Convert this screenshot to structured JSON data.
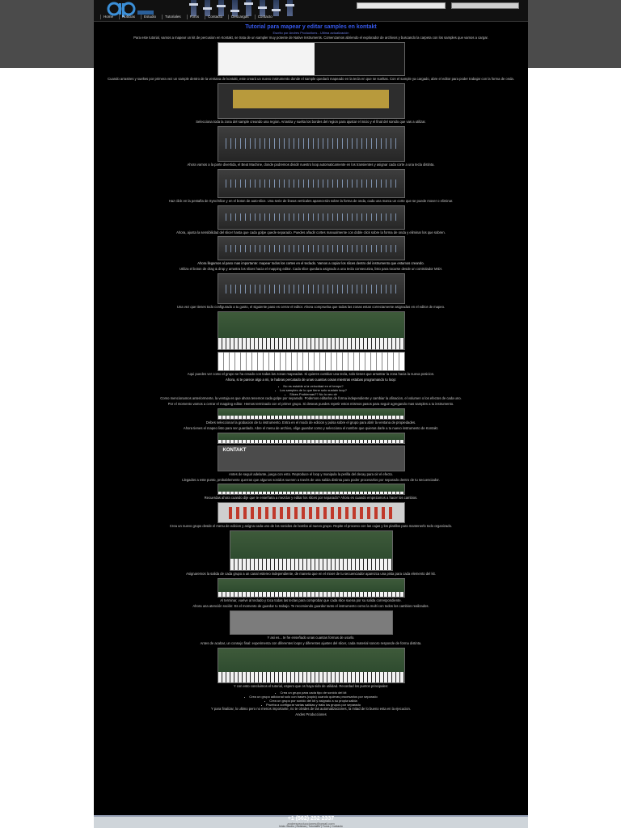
{
  "site": {
    "logo_text": "ap studio",
    "search_placeholder": "",
    "search_button": "",
    "nav": [
      "Home",
      "Noticias",
      "Estudio",
      "Tutoriales",
      "Foros",
      "Contacto",
      "Descargas",
      "Contacto"
    ]
  },
  "article": {
    "title": "Tutorial para mapear y editar samples en kontakt",
    "subtitle": "Escrito por Andres Productions - Ultima actualización",
    "paragraphs": [
      "Para este tutorial, vamos a mapear un kit de percusion en Kontakt, se trata de un sampler muy potente de Native Instruments. Comenzamos abriendo el explorador de archivos y buscando la carpeta con los samples que vamos a cargar.",
      "Cuando arrastres y sueltes por primera vez un sample dentro de la ventana de kontakt, este creará un nuevo instrumento donde el sample quedará mapeado en la tecla en que se sueltas. Con el sample ya cargado, abre el editor para poder trabajar con la forma de onda.",
      "Selecciona toda la zona del sample creando una region. Arrastra y suelta los bordes del region para ajustar el inicio y el final del sonido que vas a utilizar.",
      "Ahora vamos a la parte divertida, el Beat Machine, donde podremos dividir nuestro loop automaticamente en los transientes y asignar cada corte a una tecla distinta.",
      "Haz click en la pestaña de Sync/Slice y en el boton de auto-slice. Una serie de lineas verticales aparecerán sobre la forma de onda, cada una marca un corte que se puede mover o eliminar.",
      "Ahora, ajusta la sensibilidad del slicer hasta que cada golpe quede separado. Puedes añadir cortes manualmente con doble click sobre la forma de onda y eliminar los que sobren.",
      "Ahora llegamos al paso mas importante: mapear todos los cortes en el teclado. Vamos a copiar los slices dentro del instrumento que estamos creando.",
      "Utiliza el boton de drag & drop y arrastra los slices hacia el mapping editor. Cada slice quedara asignado a una tecla consecutiva, listo para tocarse desde un controlador MIDI.",
      "Una vez que tienes todo configurado a tu gusto, el siguiente paso es cerrar el editor. Ahora comprueba que todas las zonas estan correctamente asignadas en el editor de mapeo.",
      "Aqui puedes ver como el grupo se ha creado con todas las zonas mapeadas. Si quieres cambiar una tecla, solo tienes que arrastrar la zona hacia la nueva posicion.",
      "Ahora, si te parece algo a mi, te habras percatado de unas cuantas cosas mientras estabas programando tu loop:",
      "Como mencionamos anteriormente, la ventaja es que ahora tenemos cada golpe por separado. Podemos editarlos de forma independiente y cambiar la afinacion, el volumen o los efectos de cada uno.",
      "Por el momento vamos a cerrar el mapping editor. Hemos terminado con el primer grupo. Si deseas puedes repetir estos mismos pasos para seguir agregando mas samples a tu instrumento.",
      "Debes seleccionar la grabacion de tu instrumento. Entra en el modo de edicion y pulsa sobre el grupo para abrir la ventana de propiedades.",
      "Ahora tienes el mapeo listo para ser guardado. Abre el menu de archivo, elige guardar como y selecciona el nombre que quieras darle a tu nuevo instrumento de Kontakt.",
      "Antes de seguir adelante, juega con esto. Reproduce el loop y manipula la perilla del decay para oir el efecto.",
      "Llegados a este punto, probablemente querras que algunos sonidos suenen a través de una salida distinta para poder procesarlos por separado dentro de tu secuenciador.",
      "Recuerdas ahora cuando dije que te enseñaria a mezclar y editar los slices por separado? Ahora es cuando empezamos a hacer los cambios.",
      "Crea un nuevo grupo desde el menu de edicion y asigna cada uno de los sonidos de bombo al nuevo grupo. Repite el proceso con las cajas y los platillos para mantenerlo todo organizado.",
      "Asignaremos la salida de cada grupo a un canal estereo independiente, de manera que en el mixer de tu secuenciador aparezca una pista para cada elemento del kit.",
      "Al terminar, vuelve al teclado y toca todas las teclas para comprobar que cada slice suena por su salida correspondiente.",
      "Ahora una atención ración: Es el momento de guardar tu trabajo. Te recomiendo guardar tanto el instrumento como la multi con todos los cambios realizados.",
      "Y asi es... te he enseñado unas cuantas formas de usarlo.",
      "Antes de acabar, un consejo final: experimenta con diferentes loops y diferentes ajustes del slicer, cada material sonoro responde de forma distinta.",
      "Y con esto concluimos el tutorial, espero que os haya sido de utilidad. Recordad los puntos principales:",
      "Y para finalizar, lo ultimo pero no menos importante, no te olvides de las automatizaciones, la mitad de lo bueno esta en la ejecucion.",
      "Andes Producciones"
    ],
    "question_list": [
      "No es estable a la velocidad en el tempo?",
      "Los samples de lo que tiene solo sustain loop?",
      "Slices Problemas?? No lo veo clr"
    ],
    "summary_list": [
      "Crea un grupo para cada tipo de sonido del kit",
      "Crea un grupo adicional solo con bases (copia) cuando quieras procesarlos por separado",
      "Crea un grupo por sonido del kit y asignalo a su propia salida",
      "Prueba a configurar varias salidas y trata los grupos por separado"
    ]
  },
  "footer": {
    "phone": "+1 (562) 252 2337",
    "email": "andresproducciones@gmail.com",
    "links": "Inicio Studio  |  Noticias  |  Tutoriales  |  Foros  |  Contacto"
  }
}
